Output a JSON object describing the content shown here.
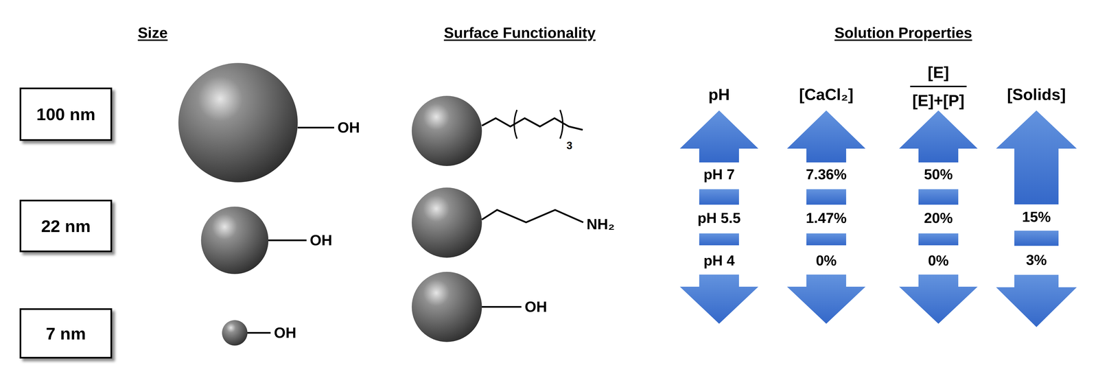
{
  "diagram": {
    "nodes": [
      {
        "text": [
          "100 nm"
        ]
      },
      {
        "text": [
          "22 nm"
        ]
      },
      {
        "text": [
          "7 nm"
        ]
      }
    ],
    "labels": [
      "Size",
      "Surface Functionality",
      "Solution Properties",
      "OH",
      "OH",
      "OH",
      "3",
      "NH₂",
      "OH",
      "pH",
      "pH 7",
      "pH 5.5",
      "pH 4",
      "[CaCl₂]",
      "7.36%",
      "1.47%",
      "0%",
      "[E]",
      "[E]+[P]",
      "50%",
      "20%",
      "0%",
      "[Solids]",
      "15%",
      "3%"
    ]
  }
}
